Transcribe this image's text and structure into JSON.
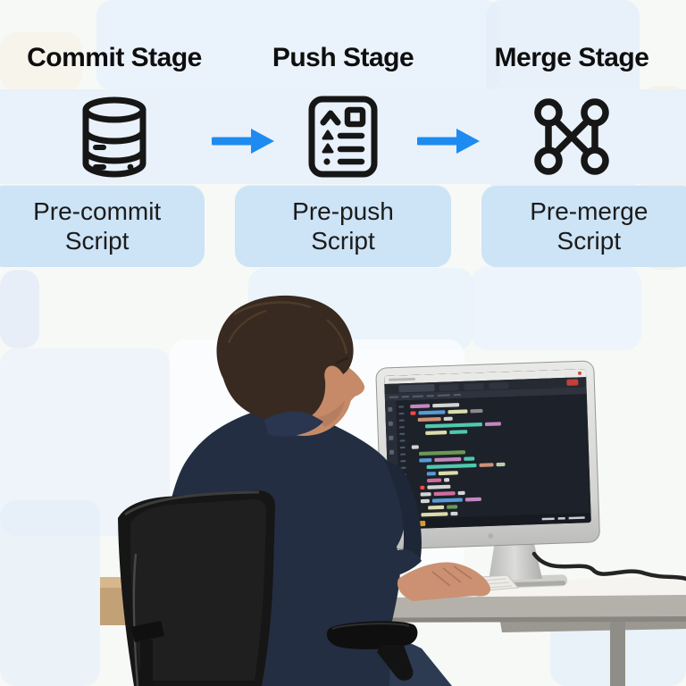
{
  "palette": {
    "arrow": "#1e8bf0",
    "icon_stroke": "#161616",
    "band_bg": "#e9f1fa",
    "box_bg": "#cde3f6",
    "title_color": "#0e0e0e"
  },
  "pipeline": {
    "stages": [
      {
        "title": "Commit Stage",
        "icon": "database-icon",
        "label": "Pre-commit Script",
        "label_lines": [
          "Pre-commit",
          "Script"
        ]
      },
      {
        "title": "Push Stage",
        "icon": "checklist-document-icon",
        "label": "Pre-push Script",
        "label_lines": [
          "Pre-push",
          "Script"
        ]
      },
      {
        "title": "Merge Stage",
        "icon": "merge-graph-icon",
        "label": "Pre-merge Script",
        "label_lines": [
          "Pre-merge",
          "Script"
        ]
      }
    ],
    "arrows": 2
  },
  "photo": {
    "description": "Developer with dark wavy hair in a navy shirt, seated on a black mesh office chair at a white desk, typing on a white keyboard in front of a silver all-in-one monitor displaying a dark-theme code editor",
    "screen": {
      "chrome_dot_color": "#d9463e",
      "tab_count": 4,
      "status_dots": [
        "#2f7fd6",
        "#d2443c",
        "#3fae5a",
        "#d99a2b"
      ],
      "code_palette": {
        "kw": "#569cd6",
        "str": "#ce9178",
        "com": "#6a9955",
        "fn": "#dcdcaa",
        "type": "#4ec9b0",
        "mac": "#c586c0",
        "txt": "#d4d4d4",
        "num": "#b5cea8",
        "pink": "#d16d9e",
        "err": "#f44747",
        "dim": "#8a8a8a"
      },
      "code_lines": [
        {
          "indent": 0,
          "segments": [
            [
              "mac",
              22
            ],
            [
              "txt",
              30
            ]
          ]
        },
        {
          "indent": 0,
          "segments": [
            [
              "err",
              6
            ],
            [
              "kw",
              30
            ],
            [
              "fn",
              22
            ],
            [
              "dim",
              14
            ]
          ]
        },
        {
          "indent": 1,
          "segments": [
            [
              "str",
              26
            ],
            [
              "txt",
              10
            ]
          ]
        },
        {
          "indent": 2,
          "segments": [
            [
              "type",
              64
            ],
            [
              "mac",
              18
            ]
          ]
        },
        {
          "indent": 2,
          "segments": [
            [
              "fn",
              24
            ],
            [
              "type",
              20
            ]
          ]
        },
        {
          "indent": 0,
          "segments": []
        },
        {
          "indent": 0,
          "segments": [
            [
              "txt",
              8
            ]
          ]
        },
        {
          "indent": 1,
          "segments": [
            [
              "com",
              52
            ]
          ]
        },
        {
          "indent": 1,
          "segments": [
            [
              "kw",
              14
            ],
            [
              "mac",
              30
            ],
            [
              "type",
              12
            ]
          ]
        },
        {
          "indent": 2,
          "segments": [
            [
              "type",
              56
            ],
            [
              "str",
              16
            ],
            [
              "num",
              10
            ]
          ]
        },
        {
          "indent": 2,
          "segments": [
            [
              "kw",
              10
            ],
            [
              "fn",
              22
            ]
          ]
        },
        {
          "indent": 2,
          "segments": [
            [
              "pink",
              16
            ],
            [
              "txt",
              6
            ]
          ]
        },
        {
          "indent": 1,
          "segments": [
            [
              "err",
              5
            ],
            [
              "txt",
              26
            ]
          ]
        },
        {
          "indent": 1,
          "segments": [
            [
              "txt",
              12
            ],
            [
              "pink",
              24
            ],
            [
              "txt",
              8
            ]
          ]
        },
        {
          "indent": 1,
          "segments": [
            [
              "txt",
              10
            ],
            [
              "kw",
              34
            ],
            [
              "mac",
              18
            ]
          ]
        },
        {
          "indent": 2,
          "segments": [
            [
              "fn",
              18
            ],
            [
              "com",
              12
            ]
          ]
        },
        {
          "indent": 1,
          "segments": [
            [
              "fn",
              30
            ],
            [
              "txt",
              8
            ]
          ]
        }
      ]
    }
  }
}
